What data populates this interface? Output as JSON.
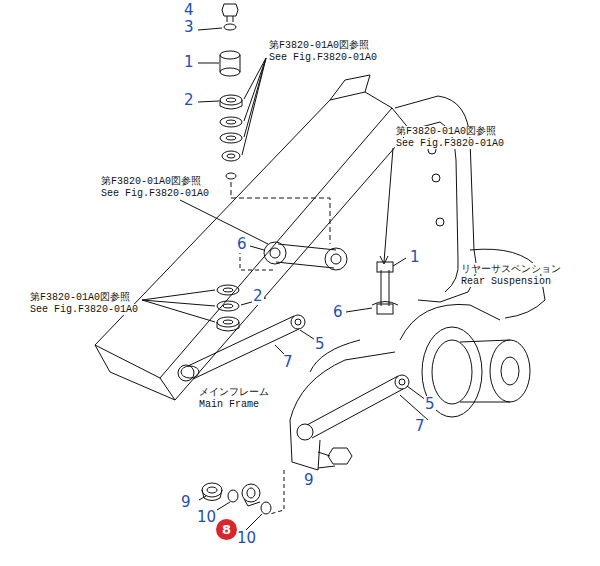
{
  "diagram": {
    "nodes": [
      {
        "text": [
          "8"
        ]
      }
    ],
    "labels": [
      "4",
      "3",
      "第F3820-01A0図参照",
      "See Fig.F3820-01A0",
      "1",
      "2",
      "第F3820-01A0図参照",
      "See Fig.F3820-01A0",
      "第F3820-01A0図参照",
      "See Fig.F3820-01A0",
      "6",
      "1",
      "リヤーサスペンション",
      "Rear Suspension",
      "第F3820-01A0図参照",
      "See Fig.F3820-01A0",
      "2",
      "6",
      "5",
      "7",
      "メインフレーム",
      "Main Frame",
      "5",
      "7",
      "9",
      "9",
      "10",
      "10"
    ]
  }
}
